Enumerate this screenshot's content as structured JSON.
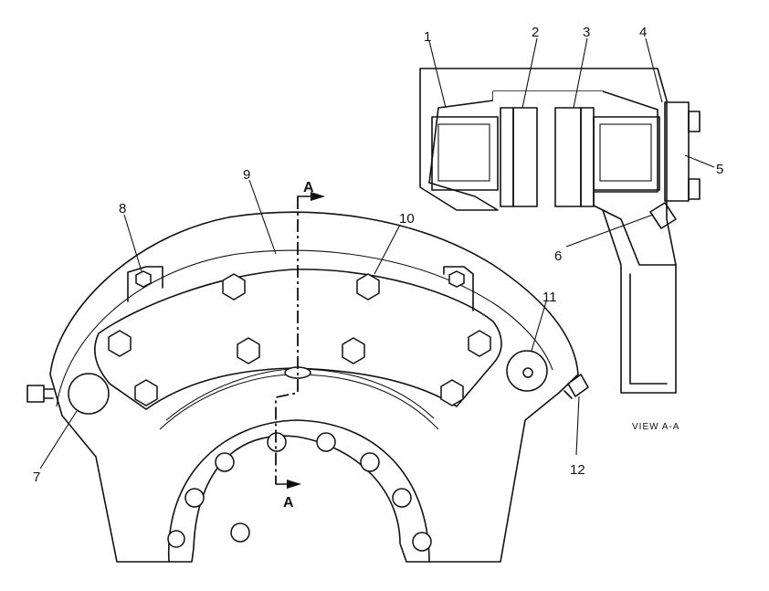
{
  "callouts": {
    "c1": "1",
    "c2": "2",
    "c3": "3",
    "c4": "4",
    "c5": "5",
    "c6": "6",
    "c7": "7",
    "c8": "8",
    "c9": "9",
    "c10": "10",
    "c11": "11",
    "c12": "12"
  },
  "section": {
    "top_label": "A",
    "bottom_label": "A",
    "view_label": "VIEW  A-A"
  }
}
